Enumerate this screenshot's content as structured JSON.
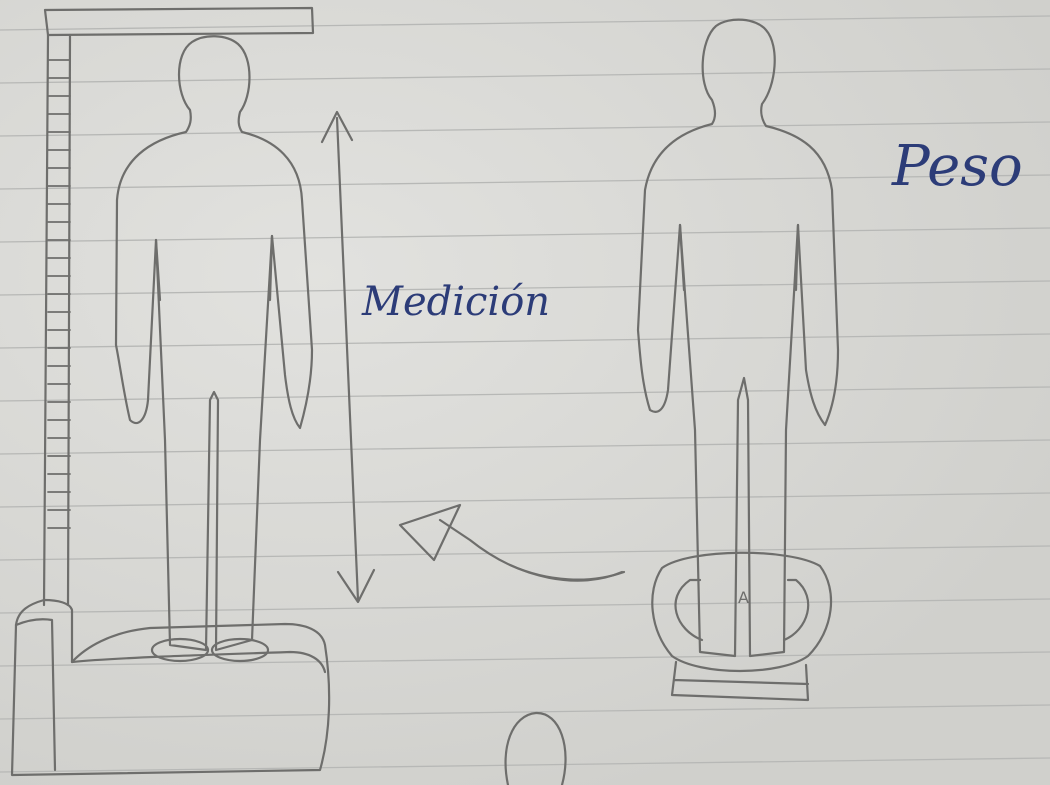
{
  "diagram": {
    "labels": {
      "measurement": "Medición",
      "weight": "Peso"
    },
    "colors": {
      "paper": "#d8d8d4",
      "ruling": "#b7b8b6",
      "pencil": "#6e6e6c",
      "ink": "#2c3c78"
    },
    "figures": [
      {
        "name": "stadiometer-figure"
      },
      {
        "name": "scale-figure"
      }
    ],
    "scale_marking": "A"
  }
}
